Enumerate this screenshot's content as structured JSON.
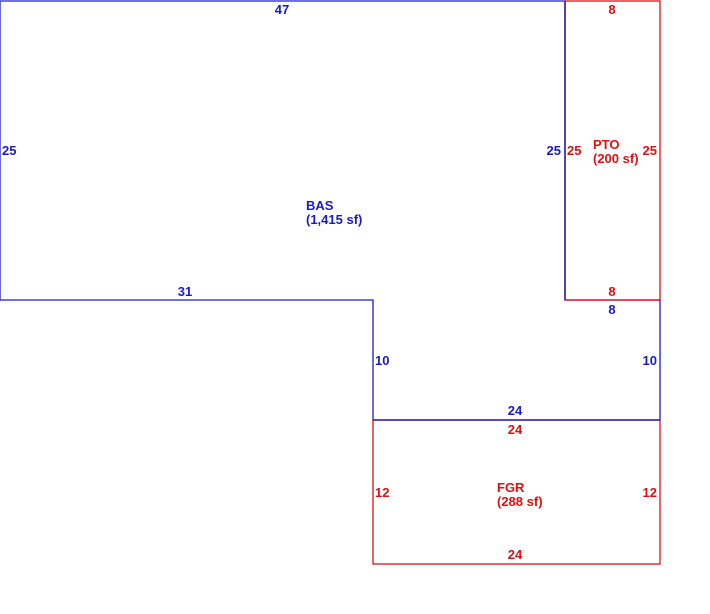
{
  "colors": {
    "main": "#1a1acc",
    "addition": "#dd1111"
  },
  "areas": {
    "bas": {
      "code": "BAS",
      "area": "(1,415 sf)"
    },
    "pto": {
      "code": "PTO",
      "area": "(200 sf)"
    },
    "fgr": {
      "code": "FGR",
      "area": "(288 sf)"
    }
  },
  "dimensions": {
    "bas_top": "47",
    "bas_left": "25",
    "bas_bottom": "31",
    "bas_inner_right": "25",
    "bas_step_vertical": "10",
    "bas_step_right": "10",
    "bas_right_bottom": "8",
    "bas_lower_bottom": "24",
    "pto_top": "8",
    "pto_left": "25",
    "pto_right": "25",
    "pto_bottom": "8",
    "fgr_top": "24",
    "fgr_left": "12",
    "fgr_right": "12",
    "fgr_bottom": "24"
  }
}
